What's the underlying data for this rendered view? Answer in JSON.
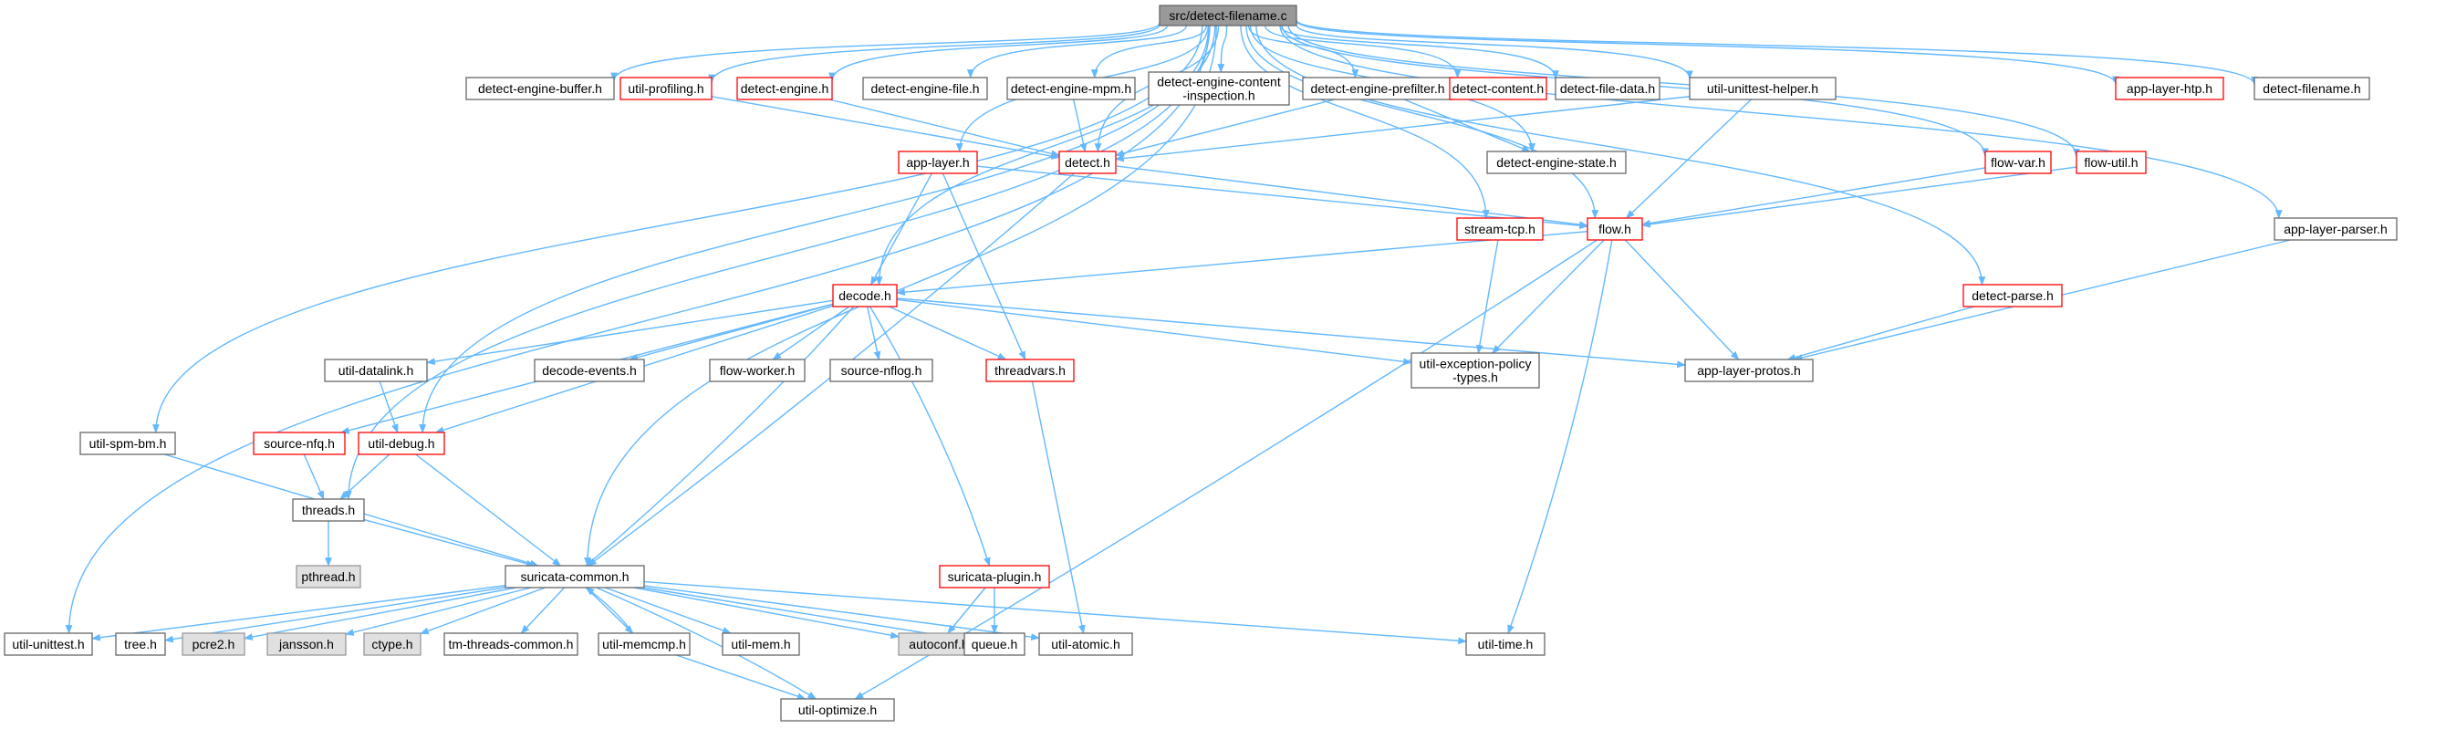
{
  "colors": {
    "edge": "#63b8ff",
    "border_default": "#666666",
    "border_highlight": "#ff0000",
    "fill_default": "#ffffff",
    "fill_root": "#999999",
    "fill_system": "#e0e0e0",
    "border_root": "#666666"
  },
  "nodes": [
    {
      "id": "root",
      "lines": [
        "src/detect-filename.c"
      ],
      "style": "root"
    },
    {
      "id": "deb",
      "lines": [
        "detect-engine-buffer.h"
      ],
      "style": "default"
    },
    {
      "id": "uprof",
      "lines": [
        "util-profiling.h"
      ],
      "style": "red"
    },
    {
      "id": "deng",
      "lines": [
        "detect-engine.h"
      ],
      "style": "red"
    },
    {
      "id": "def",
      "lines": [
        "detect-engine-file.h"
      ],
      "style": "default"
    },
    {
      "id": "demp",
      "lines": [
        "detect-engine-mpm.h"
      ],
      "style": "default"
    },
    {
      "id": "deci",
      "lines": [
        "detect-engine-content",
        "-inspection.h"
      ],
      "style": "default"
    },
    {
      "id": "depf",
      "lines": [
        "detect-engine-prefilter.h"
      ],
      "style": "default"
    },
    {
      "id": "dcont",
      "lines": [
        "detect-content.h"
      ],
      "style": "red"
    },
    {
      "id": "dfd",
      "lines": [
        "detect-file-data.h"
      ],
      "style": "default"
    },
    {
      "id": "uuh",
      "lines": [
        "util-unittest-helper.h"
      ],
      "style": "default"
    },
    {
      "id": "alhtp",
      "lines": [
        "app-layer-htp.h"
      ],
      "style": "red"
    },
    {
      "id": "dfn",
      "lines": [
        "detect-filename.h"
      ],
      "style": "default"
    },
    {
      "id": "det",
      "lines": [
        "detect.h"
      ],
      "style": "red"
    },
    {
      "id": "applayer",
      "lines": [
        "app-layer.h"
      ],
      "style": "red"
    },
    {
      "id": "des",
      "lines": [
        "detect-engine-state.h"
      ],
      "style": "default"
    },
    {
      "id": "fvar",
      "lines": [
        "flow-var.h"
      ],
      "style": "red"
    },
    {
      "id": "futil",
      "lines": [
        "flow-util.h"
      ],
      "style": "red"
    },
    {
      "id": "stcp",
      "lines": [
        "stream-tcp.h"
      ],
      "style": "red"
    },
    {
      "id": "flow",
      "lines": [
        "flow.h"
      ],
      "style": "red"
    },
    {
      "id": "alparser",
      "lines": [
        "app-layer-parser.h"
      ],
      "style": "default"
    },
    {
      "id": "decode",
      "lines": [
        "decode.h"
      ],
      "style": "red"
    },
    {
      "id": "dparse",
      "lines": [
        "detect-parse.h"
      ],
      "style": "red"
    },
    {
      "id": "udl",
      "lines": [
        "util-datalink.h"
      ],
      "style": "default"
    },
    {
      "id": "dev",
      "lines": [
        "decode-events.h"
      ],
      "style": "default"
    },
    {
      "id": "fw",
      "lines": [
        "flow-worker.h"
      ],
      "style": "default"
    },
    {
      "id": "snflog",
      "lines": [
        "source-nflog.h"
      ],
      "style": "default"
    },
    {
      "id": "tvars",
      "lines": [
        "threadvars.h"
      ],
      "style": "red"
    },
    {
      "id": "uept",
      "lines": [
        "util-exception-policy",
        "-types.h"
      ],
      "style": "default"
    },
    {
      "id": "alprotos",
      "lines": [
        "app-layer-protos.h"
      ],
      "style": "default"
    },
    {
      "id": "uspm",
      "lines": [
        "util-spm-bm.h"
      ],
      "style": "default"
    },
    {
      "id": "snfq",
      "lines": [
        "source-nfq.h"
      ],
      "style": "red"
    },
    {
      "id": "udebug",
      "lines": [
        "util-debug.h"
      ],
      "style": "red"
    },
    {
      "id": "threads",
      "lines": [
        "threads.h"
      ],
      "style": "default"
    },
    {
      "id": "pthread",
      "lines": [
        "pthread.h"
      ],
      "style": "system"
    },
    {
      "id": "scommon",
      "lines": [
        "suricata-common.h"
      ],
      "style": "default"
    },
    {
      "id": "splugin",
      "lines": [
        "suricata-plugin.h"
      ],
      "style": "red"
    },
    {
      "id": "uunit",
      "lines": [
        "util-unittest.h"
      ],
      "style": "default"
    },
    {
      "id": "tree",
      "lines": [
        "tree.h"
      ],
      "style": "default"
    },
    {
      "id": "pcre2",
      "lines": [
        "pcre2.h"
      ],
      "style": "system"
    },
    {
      "id": "jansson",
      "lines": [
        "jansson.h"
      ],
      "style": "system"
    },
    {
      "id": "ctype",
      "lines": [
        "ctype.h"
      ],
      "style": "system"
    },
    {
      "id": "tmtc",
      "lines": [
        "tm-threads-common.h"
      ],
      "style": "default"
    },
    {
      "id": "umemcmp",
      "lines": [
        "util-memcmp.h"
      ],
      "style": "default"
    },
    {
      "id": "umem",
      "lines": [
        "util-mem.h"
      ],
      "style": "default"
    },
    {
      "id": "autoconf",
      "lines": [
        "autoconf.h"
      ],
      "style": "system"
    },
    {
      "id": "queue",
      "lines": [
        "queue.h"
      ],
      "style": "default"
    },
    {
      "id": "uatomic",
      "lines": [
        "util-atomic.h"
      ],
      "style": "default"
    },
    {
      "id": "utime",
      "lines": [
        "util-time.h"
      ],
      "style": "default"
    },
    {
      "id": "uopt",
      "lines": [
        "util-optimize.h"
      ],
      "style": "default"
    }
  ],
  "edges": [
    [
      "root",
      "deb"
    ],
    [
      "root",
      "uprof"
    ],
    [
      "root",
      "deng"
    ],
    [
      "root",
      "def"
    ],
    [
      "root",
      "demp"
    ],
    [
      "root",
      "deci"
    ],
    [
      "root",
      "depf"
    ],
    [
      "root",
      "dcont"
    ],
    [
      "root",
      "dfd"
    ],
    [
      "root",
      "uuh"
    ],
    [
      "root",
      "alhtp"
    ],
    [
      "root",
      "dfn"
    ],
    [
      "root",
      "det"
    ],
    [
      "root",
      "applayer"
    ],
    [
      "root",
      "des"
    ],
    [
      "root",
      "fvar"
    ],
    [
      "root",
      "futil"
    ],
    [
      "root",
      "stcp"
    ],
    [
      "root",
      "flow"
    ],
    [
      "root",
      "alparser"
    ],
    [
      "root",
      "decode"
    ],
    [
      "root",
      "dparse"
    ],
    [
      "root",
      "uspm"
    ],
    [
      "root",
      "udebug"
    ],
    [
      "root",
      "threads"
    ],
    [
      "root",
      "scommon"
    ],
    [
      "root",
      "uunit"
    ],
    [
      "uprof",
      "det"
    ],
    [
      "deng",
      "det"
    ],
    [
      "demp",
      "det"
    ],
    [
      "depf",
      "det"
    ],
    [
      "depf",
      "des"
    ],
    [
      "uuh",
      "det"
    ],
    [
      "uuh",
      "flow"
    ],
    [
      "det",
      "flow"
    ],
    [
      "det",
      "scommon"
    ],
    [
      "applayer",
      "flow"
    ],
    [
      "applayer",
      "decode"
    ],
    [
      "applayer",
      "tvars"
    ],
    [
      "fvar",
      "flow"
    ],
    [
      "futil",
      "flow"
    ],
    [
      "stcp",
      "uept"
    ],
    [
      "flow",
      "decode"
    ],
    [
      "flow",
      "uept"
    ],
    [
      "flow",
      "alprotos"
    ],
    [
      "flow",
      "utime"
    ],
    [
      "flow",
      "uopt"
    ],
    [
      "alparser",
      "alprotos"
    ],
    [
      "dparse",
      "alprotos"
    ],
    [
      "decode",
      "udl"
    ],
    [
      "decode",
      "dev"
    ],
    [
      "decode",
      "fw"
    ],
    [
      "decode",
      "snflog"
    ],
    [
      "decode",
      "tvars"
    ],
    [
      "decode",
      "uept"
    ],
    [
      "decode",
      "alprotos"
    ],
    [
      "decode",
      "snfq"
    ],
    [
      "decode",
      "udebug"
    ],
    [
      "decode",
      "scommon"
    ],
    [
      "decode",
      "splugin"
    ],
    [
      "udl",
      "udebug"
    ],
    [
      "snfq",
      "threads"
    ],
    [
      "udebug",
      "threads"
    ],
    [
      "udebug",
      "scommon"
    ],
    [
      "threads",
      "pthread"
    ],
    [
      "threads",
      "scommon"
    ],
    [
      "uspm",
      "scommon"
    ],
    [
      "tvars",
      "uatomic"
    ],
    [
      "splugin",
      "autoconf"
    ],
    [
      "splugin",
      "queue"
    ],
    [
      "scommon",
      "uunit"
    ],
    [
      "scommon",
      "tree"
    ],
    [
      "scommon",
      "pcre2"
    ],
    [
      "scommon",
      "jansson"
    ],
    [
      "scommon",
      "ctype"
    ],
    [
      "scommon",
      "tmtc"
    ],
    [
      "scommon",
      "umemcmp"
    ],
    [
      "scommon",
      "umem"
    ],
    [
      "scommon",
      "autoconf"
    ],
    [
      "scommon",
      "queue"
    ],
    [
      "scommon",
      "uatomic"
    ],
    [
      "scommon",
      "utime"
    ],
    [
      "scommon",
      "uopt"
    ],
    [
      "umemcmp",
      "scommon"
    ],
    [
      "umemcmp",
      "uopt"
    ]
  ]
}
